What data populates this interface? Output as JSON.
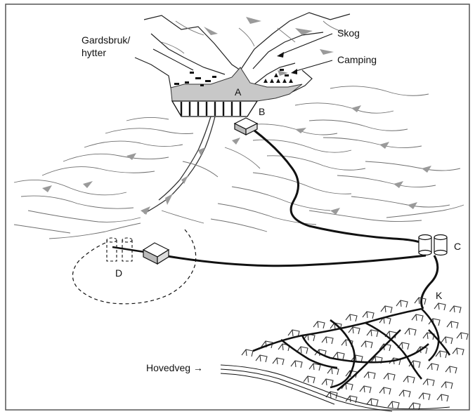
{
  "labels": {
    "gardsbruk_line1": "Gardsbruk/",
    "gardsbruk_line2": "hytter",
    "skog": "Skog",
    "camping": "Camping",
    "a": "A",
    "b": "B",
    "c": "C",
    "d": "D",
    "k": "K",
    "hovedveg": "Hovedveg →"
  },
  "colors": {
    "ink": "#111111",
    "reservoir_fill": "#c8c8c8",
    "frame_border": "#555555",
    "terrain_line": "#6e6e6e",
    "terrain_shade": "#9a9a9a"
  }
}
